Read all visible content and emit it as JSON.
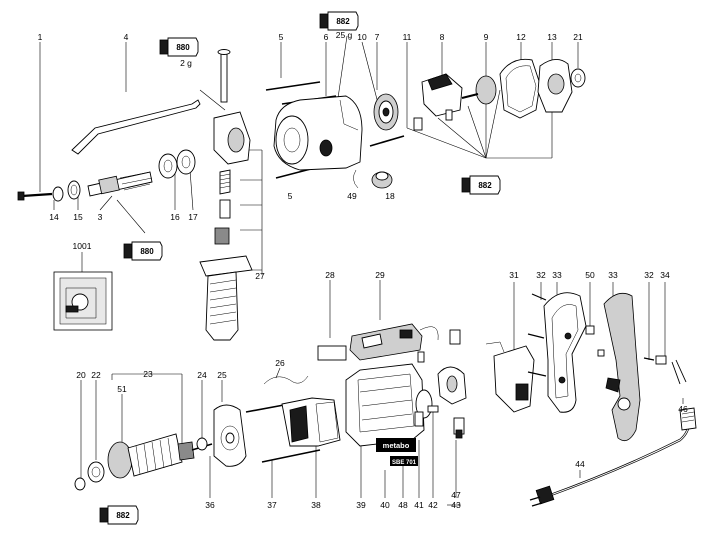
{
  "callouts": [
    {
      "id": "c1",
      "text": "1"
    },
    {
      "id": "c4",
      "text": "4"
    },
    {
      "id": "c5a",
      "text": "5"
    },
    {
      "id": "c6",
      "text": "6"
    },
    {
      "id": "c7",
      "text": "7"
    },
    {
      "id": "c8",
      "text": "8"
    },
    {
      "id": "c9",
      "text": "9"
    },
    {
      "id": "c10",
      "text": "10"
    },
    {
      "id": "c11",
      "text": "11"
    },
    {
      "id": "c12",
      "text": "12"
    },
    {
      "id": "c13",
      "text": "13"
    },
    {
      "id": "c21",
      "text": "21"
    },
    {
      "id": "c14",
      "text": "14"
    },
    {
      "id": "c15",
      "text": "15"
    },
    {
      "id": "c3",
      "text": "3"
    },
    {
      "id": "c16",
      "text": "16"
    },
    {
      "id": "c17",
      "text": "17"
    },
    {
      "id": "c5b",
      "text": "5"
    },
    {
      "id": "c49",
      "text": "49"
    },
    {
      "id": "c18",
      "text": "18"
    },
    {
      "id": "c1001",
      "text": "1001"
    },
    {
      "id": "c27",
      "text": "27"
    },
    {
      "id": "c28",
      "text": "28"
    },
    {
      "id": "c29",
      "text": "29"
    },
    {
      "id": "c31",
      "text": "31"
    },
    {
      "id": "c32a",
      "text": "32"
    },
    {
      "id": "c33a",
      "text": "33"
    },
    {
      "id": "c50",
      "text": "50"
    },
    {
      "id": "c33b",
      "text": "33"
    },
    {
      "id": "c32b",
      "text": "32"
    },
    {
      "id": "c34",
      "text": "34"
    },
    {
      "id": "c20",
      "text": "20"
    },
    {
      "id": "c22",
      "text": "22"
    },
    {
      "id": "c23",
      "text": "23"
    },
    {
      "id": "c24",
      "text": "24"
    },
    {
      "id": "c25",
      "text": "25"
    },
    {
      "id": "c51",
      "text": "51"
    },
    {
      "id": "c26",
      "text": "26"
    },
    {
      "id": "c46",
      "text": "46"
    },
    {
      "id": "c44",
      "text": "44"
    },
    {
      "id": "c36",
      "text": "36"
    },
    {
      "id": "c37",
      "text": "37"
    },
    {
      "id": "c38",
      "text": "38"
    },
    {
      "id": "c39",
      "text": "39"
    },
    {
      "id": "c40",
      "text": "40"
    },
    {
      "id": "c48",
      "text": "48"
    },
    {
      "id": "c41",
      "text": "41"
    },
    {
      "id": "c42",
      "text": "42"
    },
    {
      "id": "c47",
      "text": "47"
    },
    {
      "id": "c43",
      "text": "43"
    }
  ],
  "grease_tubes": [
    {
      "id": "t880a",
      "label": "880",
      "amount": "2 g"
    },
    {
      "id": "t882a",
      "label": "882",
      "amount": "25 g"
    },
    {
      "id": "t882b",
      "label": "882"
    },
    {
      "id": "t880b",
      "label": "880"
    },
    {
      "id": "t882c",
      "label": "882"
    }
  ],
  "logo": {
    "text": "metabo"
  },
  "rating_plate": {
    "text": "SBE 701"
  }
}
